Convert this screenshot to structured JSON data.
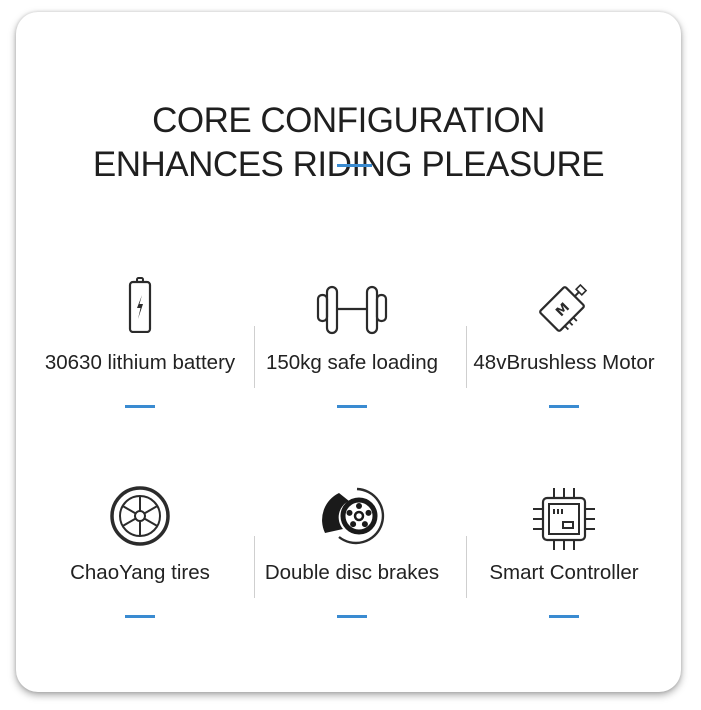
{
  "header": {
    "title_line1": "CORE CONFIGURATION",
    "title_line2": "ENHANCES RIDING PLEASURE"
  },
  "colors": {
    "accent": "#3a8bd1",
    "text": "#222222",
    "icon": "#2b2b2b"
  },
  "features": [
    {
      "label": "30630 lithium battery",
      "icon": "battery-icon"
    },
    {
      "label": "150kg safe loading",
      "icon": "dumbbell-icon"
    },
    {
      "label": "48vBrushless Motor",
      "icon": "motor-icon"
    },
    {
      "label": "ChaoYang tires",
      "icon": "tire-icon"
    },
    {
      "label": "Double disc brakes",
      "icon": "disc-brake-icon"
    },
    {
      "label": "Smart Controller",
      "icon": "chip-icon"
    }
  ]
}
